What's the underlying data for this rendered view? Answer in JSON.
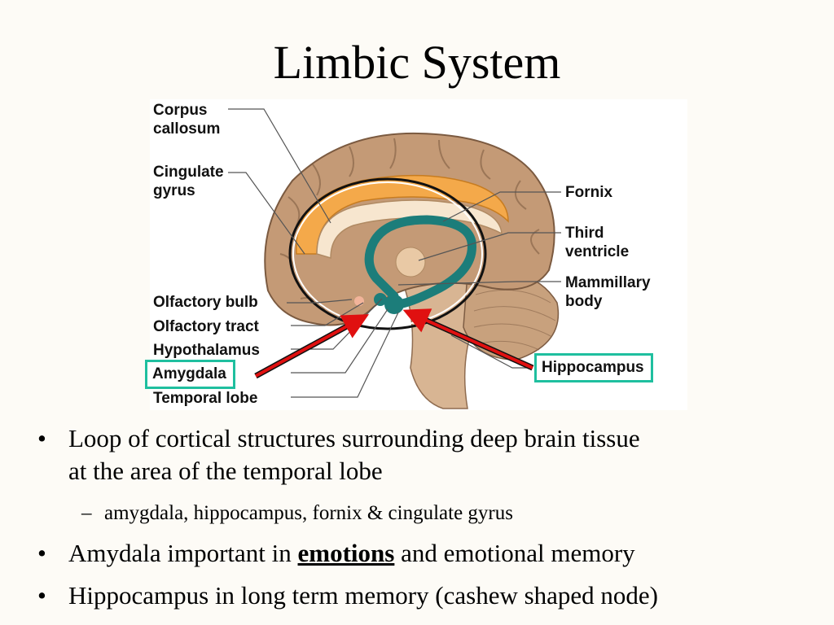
{
  "slide": {
    "title": "Limbic System"
  },
  "figure": {
    "labels": {
      "corpus_callosum_1": "Corpus",
      "corpus_callosum_2": "callosum",
      "cingulate_gyrus_1": "Cingulate",
      "cingulate_gyrus_2": "gyrus",
      "olfactory_bulb": "Olfactory bulb",
      "olfactory_tract": "Olfactory tract",
      "hypothalamus": "Hypothalamus",
      "amygdala": "Amygdala",
      "temporal_lobe": "Temporal lobe",
      "fornix": "Fornix",
      "third_ventricle_1": "Third",
      "third_ventricle_2": "ventricle",
      "mammillary_body_1": "Mammillary",
      "mammillary_body_2": "body",
      "hippocampus": "Hippocampus"
    },
    "colors": {
      "cortex": "#c49a76",
      "cingulate": "#f4a94a",
      "limbic": "#1c7d7a",
      "arrow": "#e01010",
      "label_box": "#1fbf9f"
    }
  },
  "bullets": [
    {
      "line1": "Loop of cortical structures surrounding deep brain tissue",
      "line2": "at the area of the temporal lobe"
    },
    {
      "sub": "amygdala, hippocampus, fornix & cingulate gyrus"
    },
    {
      "before": "Amydala important in ",
      "emph": "emotions",
      "after": " and emotional memory"
    },
    {
      "line1": "Hippocampus in long term memory (cashew shaped node)"
    }
  ],
  "glyphs": {
    "bullet": "•",
    "dash": "–"
  }
}
